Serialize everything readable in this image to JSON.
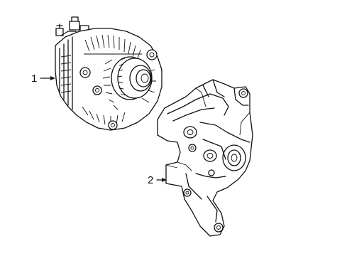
{
  "callouts": [
    {
      "label": "1",
      "part": "alternator"
    },
    {
      "label": "2",
      "part": "bracket"
    }
  ]
}
